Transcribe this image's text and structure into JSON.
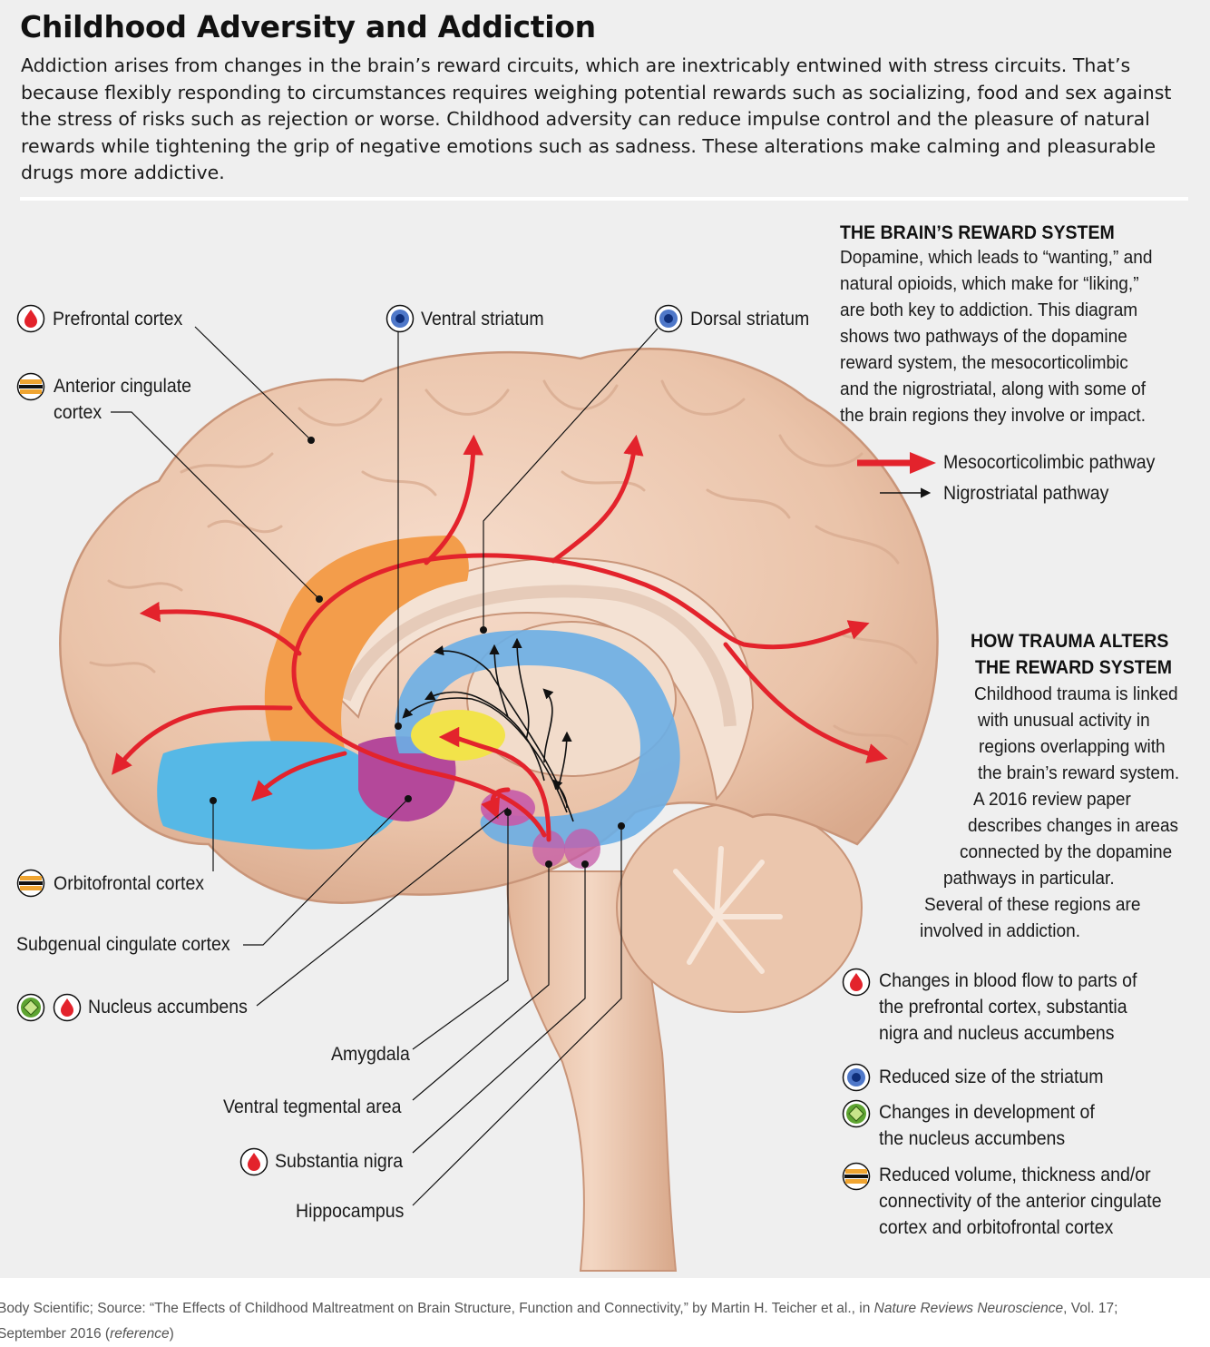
{
  "title": "Childhood Adversity and Addiction",
  "intro": "Addiction arises from changes in the brain’s reward circuits, which are inextricably entwined with stress circuits. That’s because flexibly responding to circumstances requires weighing potential rewards such as socializing, food and sex against the stress of risks such as rejection or worse. Childhood adversity can reduce impulse control and the pleasure of natural rewards while tightening the grip of negative emotions such as sadness. These alterations make calming and pleasurable drugs more addictive.",
  "reward_system": {
    "heading": "THE BRAIN’S REWARD SYSTEM",
    "lines": [
      "Dopamine, which leads to “wanting,” and",
      "natural opioids, which make for “liking,”",
      "are both key to addiction. This diagram",
      "shows two pathways of the dopamine",
      "reward system, the mesocorticolimbic",
      "and the nigrostriatal, along with some of",
      "the brain regions they involve or impact."
    ],
    "legend": {
      "mesocorticolimbic": "Mesocorticolimbic pathway",
      "nigrostriatal": "Nigrostriatal pathway"
    }
  },
  "trauma": {
    "heading_line1": "HOW TRAUMA ALTERS",
    "heading_line2": "THE REWARD SYSTEM",
    "lines": [
      "Childhood trauma is linked",
      "with unusual activity in",
      "regions overlapping with",
      "the brain’s reward system.",
      "A 2016 review paper",
      "describes changes in areas",
      "connected by the dopamine",
      "pathways in particular.",
      "Several of these regions are",
      "involved in addiction."
    ]
  },
  "key": {
    "blood_flow": "Changes in blood flow to parts of the prefrontal cortex, substantia nigra and nucleus accumbens",
    "striatum": "Reduced size of the striatum",
    "development": "Changes in development of the nucleus accumbens",
    "volume": "Reduced volume, thickness and/or connectivity of the anterior cingulate cortex and orbitofrontal cortex"
  },
  "labels": {
    "prefrontal": "Prefrontal cortex",
    "ventral_striatum": "Ventral striatum",
    "dorsal_striatum": "Dorsal striatum",
    "anterior_cingulate_1": "Anterior cingulate",
    "anterior_cingulate_2": "cortex",
    "orbitofrontal": "Orbitofrontal cortex",
    "subgenual": "Subgenual cingulate cortex",
    "nucleus_accumbens": "Nucleus accumbens",
    "amygdala": "Amygdala",
    "vta": "Ventral tegmental area",
    "substantia_nigra": "Substantia nigra",
    "hippocampus": "Hippocampus"
  },
  "credit": {
    "part1": "Body Scientific; Source: “The Effects of Childhood Maltreatment on Brain Structure, Function and Connectivity,” by Martin H. Teicher et al., in ",
    "journal": "Nature Reviews Neuroscience",
    "part2": ", Vol. 17;",
    "part3": "September 2016 (",
    "reference": "reference",
    "part4": ")"
  },
  "colors": {
    "pathway_red": "#e3232c",
    "icon_red": "#e3232c",
    "icon_blue": "#1d4fa3",
    "icon_green": "#5ea431",
    "icon_orange": "#f0a531",
    "brain_tissue": "#ecc9b2",
    "cingulate_orange": "#f39d4b",
    "orbitofrontal_blue": "#56b8e6",
    "striatum_blue": "#6aaee6",
    "accumbens_magenta": "#b4489a",
    "amygdala_pink": "#c65aa8",
    "yellow_region": "#f2e34a"
  }
}
